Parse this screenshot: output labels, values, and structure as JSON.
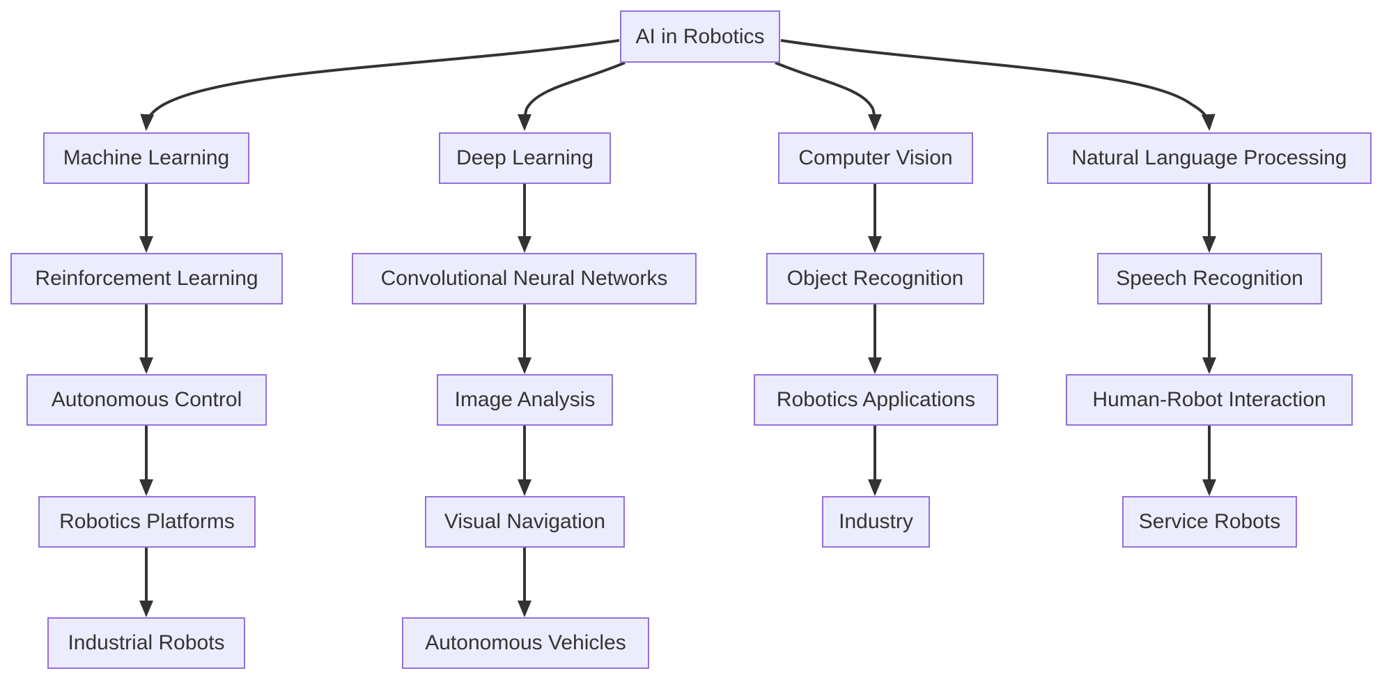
{
  "diagram": {
    "type": "flowchart-top-down",
    "colors": {
      "node_fill": "#ECECFF",
      "node_border": "#9370DB",
      "node_text": "#333333",
      "edge": "#333333",
      "background": "#FFFFFF"
    },
    "nodes": {
      "root": "AI in Robotics",
      "ml": "Machine Learning",
      "rl": "Reinforcement Learning",
      "ac": "Autonomous Control",
      "rp": "Robotics Platforms",
      "ir": "Industrial Robots",
      "dl": "Deep Learning",
      "cnn": "Convolutional Neural Networks",
      "ia": "Image Analysis",
      "vn": "Visual Navigation",
      "av": "Autonomous Vehicles",
      "cv": "Computer Vision",
      "obr": "Object Recognition",
      "ra": "Robotics Applications",
      "ind": "Industry",
      "nlp": "Natural Language Processing",
      "sr": "Speech Recognition",
      "hri": "Human-Robot Interaction",
      "serv": "Service Robots"
    },
    "edges": [
      {
        "from": "AI in Robotics",
        "to": "Machine Learning"
      },
      {
        "from": "AI in Robotics",
        "to": "Deep Learning"
      },
      {
        "from": "AI in Robotics",
        "to": "Computer Vision"
      },
      {
        "from": "AI in Robotics",
        "to": "Natural Language Processing"
      },
      {
        "from": "Machine Learning",
        "to": "Reinforcement Learning"
      },
      {
        "from": "Reinforcement Learning",
        "to": "Autonomous Control"
      },
      {
        "from": "Autonomous Control",
        "to": "Robotics Platforms"
      },
      {
        "from": "Robotics Platforms",
        "to": "Industrial Robots"
      },
      {
        "from": "Deep Learning",
        "to": "Convolutional Neural Networks"
      },
      {
        "from": "Convolutional Neural Networks",
        "to": "Image Analysis"
      },
      {
        "from": "Image Analysis",
        "to": "Visual Navigation"
      },
      {
        "from": "Visual Navigation",
        "to": "Autonomous Vehicles"
      },
      {
        "from": "Computer Vision",
        "to": "Object Recognition"
      },
      {
        "from": "Object Recognition",
        "to": "Robotics Applications"
      },
      {
        "from": "Robotics Applications",
        "to": "Industry"
      },
      {
        "from": "Natural Language Processing",
        "to": "Speech Recognition"
      },
      {
        "from": "Speech Recognition",
        "to": "Human-Robot Interaction"
      },
      {
        "from": "Human-Robot Interaction",
        "to": "Service Robots"
      }
    ]
  }
}
